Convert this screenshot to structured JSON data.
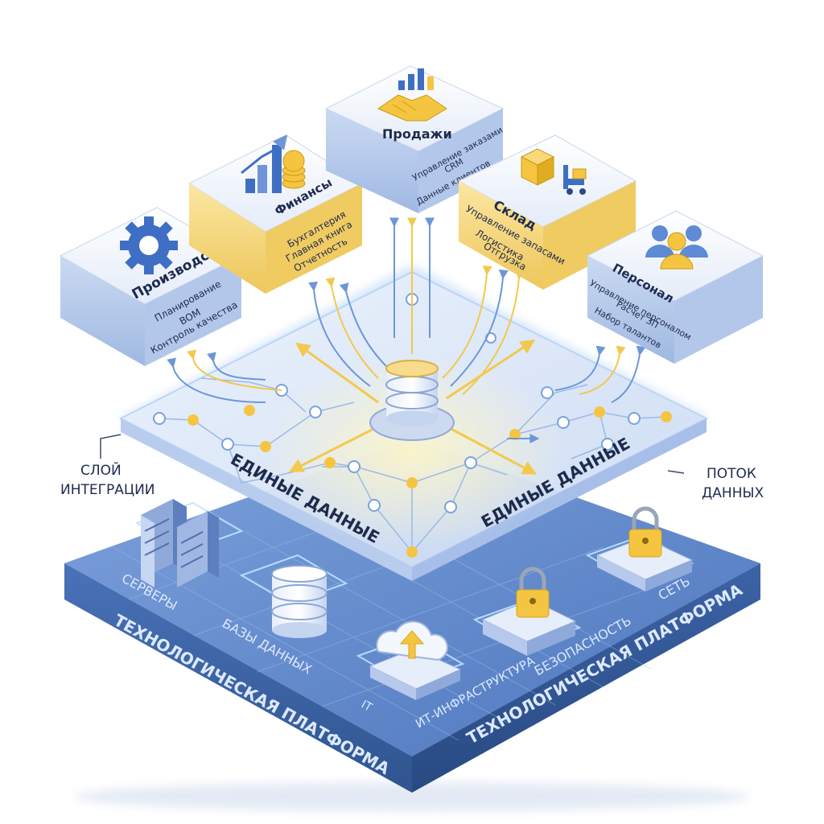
{
  "integration_layer": {
    "caption": "СЛОЙ ИНТЕГРАЦИИ",
    "caption_lines": [
      "СЛОЙ",
      "ИНТЕГРАЦИИ"
    ],
    "data_label_left": "ЕДИНЫЕ ДАННЫЕ",
    "data_label_right": "ЕДИНЫЕ ДАННЫЕ"
  },
  "data_flow": {
    "caption": "ПОТОК ДАННЫХ",
    "caption_lines": [
      "ПОТОК",
      "ДАННЫХ"
    ]
  },
  "modules": [
    {
      "title": "Производство",
      "items": [
        "Планирование",
        "BOM",
        "Контроль качества"
      ],
      "icon": "gear-icon"
    },
    {
      "title": "Финансы",
      "items": [
        "Бухгалтерия",
        "Главная книга",
        "Отчетность"
      ],
      "icon": "finance-chart-icon"
    },
    {
      "title": "Продажи",
      "items": [
        "Управление заказами",
        "CRM",
        "Данные клиентов"
      ],
      "icon": "handshake-icon"
    },
    {
      "title": "Склад",
      "items": [
        "Управление запасами",
        "Логистика",
        "Отгрузка"
      ],
      "icon": "warehouse-boxes-icon"
    },
    {
      "title": "Персонал",
      "items": [
        "Управление персоналом",
        "Расчет ЗП",
        "Набор талантов"
      ],
      "icon": "people-icon"
    }
  ],
  "platform": {
    "label_left": "ТЕХНОЛОГИЧЕСКАЯ ПЛАТФОРМА",
    "label_right": "ТЕХНОЛОГИЧЕСКАЯ ПЛАТФОРМА",
    "components": [
      {
        "label": "СЕРВЕРЫ",
        "icon": "server-icon"
      },
      {
        "label": "БАЗЫ ДАННЫХ",
        "icon": "database-icon"
      },
      {
        "label": "ИТ-ИНФРАСТРУКТУРА",
        "icon": "cloud-upload-icon"
      },
      {
        "label": "БЕЗОПАСНОСТЬ",
        "icon": "padlock-icon"
      },
      {
        "label": "СЕТЬ",
        "icon": "network-lock-icon"
      }
    ],
    "it_label": "IT"
  },
  "colors": {
    "platform_top": "#5f87c9",
    "platform_side": "#3d67b0",
    "integration_plate": "#dfe9f8",
    "card_blue": "#dbe6f7",
    "card_yellow": "#f6dc8c",
    "accent_yellow": "#f5c542",
    "text_dark": "#1f2b4d"
  }
}
